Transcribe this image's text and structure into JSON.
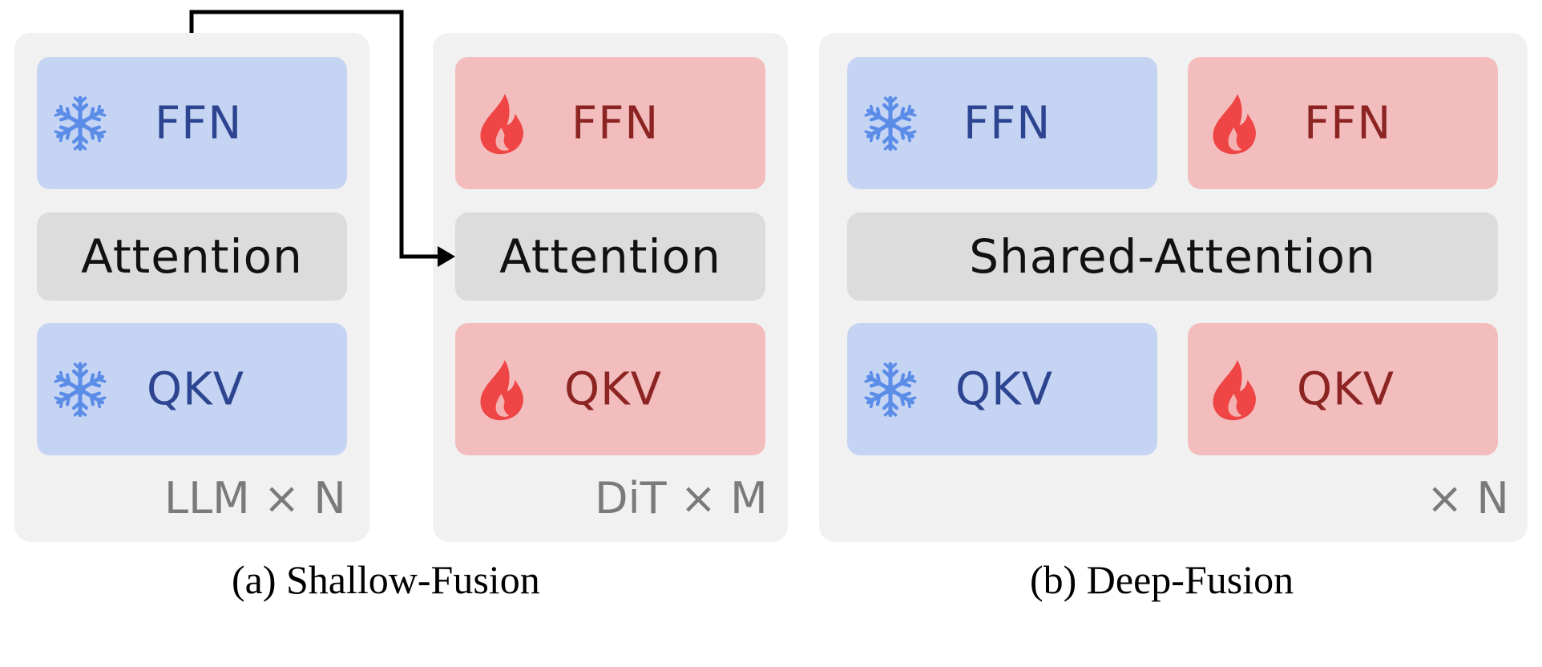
{
  "shallow_fusion": {
    "llm": {
      "ffn": {
        "label": "FFN",
        "icon": "snowflake-icon"
      },
      "attention": {
        "label": "Attention"
      },
      "qkv": {
        "label": "QKV",
        "icon": "snowflake-icon"
      },
      "multiplier": "LLM × N"
    },
    "dit": {
      "ffn": {
        "label": "FFN",
        "icon": "flame-icon"
      },
      "attention": {
        "label": "Attention"
      },
      "qkv": {
        "label": "QKV",
        "icon": "flame-icon"
      },
      "multiplier": "DiT × M"
    },
    "caption": "(a) Shallow-Fusion"
  },
  "deep_fusion": {
    "ffn_frozen": {
      "label": "FFN",
      "icon": "snowflake-icon"
    },
    "ffn_trainable": {
      "label": "FFN",
      "icon": "flame-icon"
    },
    "shared_attention": {
      "label": "Shared-Attention"
    },
    "qkv_frozen": {
      "label": "QKV",
      "icon": "snowflake-icon"
    },
    "qkv_trainable": {
      "label": "QKV",
      "icon": "flame-icon"
    },
    "multiplier": "× N",
    "caption": "(b) Deep-Fusion"
  },
  "colors": {
    "panel": "#f1f1f1",
    "frozen_fill": "#c6d4f3",
    "frozen_text": "#2d4590",
    "frozen_icon": "#5b8de8",
    "trainable_fill": "#f3bdbd",
    "trainable_text": "#8d2424",
    "trainable_icon": "#ef4545",
    "attention_fill": "#dcdcdc"
  }
}
